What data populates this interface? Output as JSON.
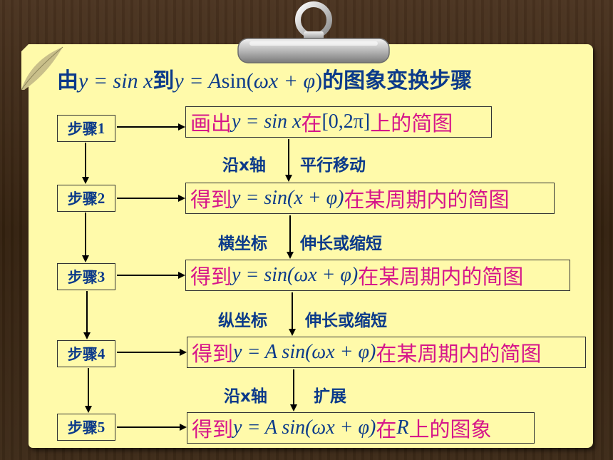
{
  "title": {
    "prefix": "由",
    "f1": "y = sin x",
    "mid": "到",
    "f2a": "y = A",
    "f2b": "sin(",
    "f2c": "ωx + φ",
    "f2d": ")",
    "suffix": "的图象变换步骤"
  },
  "steps": [
    {
      "label": "步骤",
      "num": "1"
    },
    {
      "label": "步骤",
      "num": "2"
    },
    {
      "label": "步骤",
      "num": "3"
    },
    {
      "label": "步骤",
      "num": "4"
    },
    {
      "label": "步骤",
      "num": "5"
    }
  ],
  "results": [
    {
      "pre": "画出",
      "formula": "y = sin x",
      "post": "在",
      "interval": "[0,2π]",
      "tail": "上的简图"
    },
    {
      "pre": "得到",
      "formula": "y = sin(x + φ)",
      "post": "在某周期内的简图"
    },
    {
      "pre": "得到",
      "formula": "y = sin(ωx + φ)",
      "post": "在某周期内的简图"
    },
    {
      "pre": "得到",
      "formula": "y = A sin(ωx + φ)",
      "post": "在某周期内的简图"
    },
    {
      "pre": "得到",
      "formula": "y = A sin(ωx + φ)",
      "post": "在",
      "r": "R",
      "tail": "上的图象"
    }
  ],
  "transforms": [
    {
      "left": "沿x轴",
      "right": "平行移动"
    },
    {
      "left": "横坐标",
      "right": "伸长或缩短"
    },
    {
      "left": "纵坐标",
      "right": "伸长或缩短"
    },
    {
      "left": "沿x轴",
      "right": "扩展"
    }
  ],
  "colors": {
    "paper": "#fffaaa",
    "text_blue": "#0b3a8a",
    "text_magenta": "#d6158a",
    "background": "#3a2718"
  }
}
